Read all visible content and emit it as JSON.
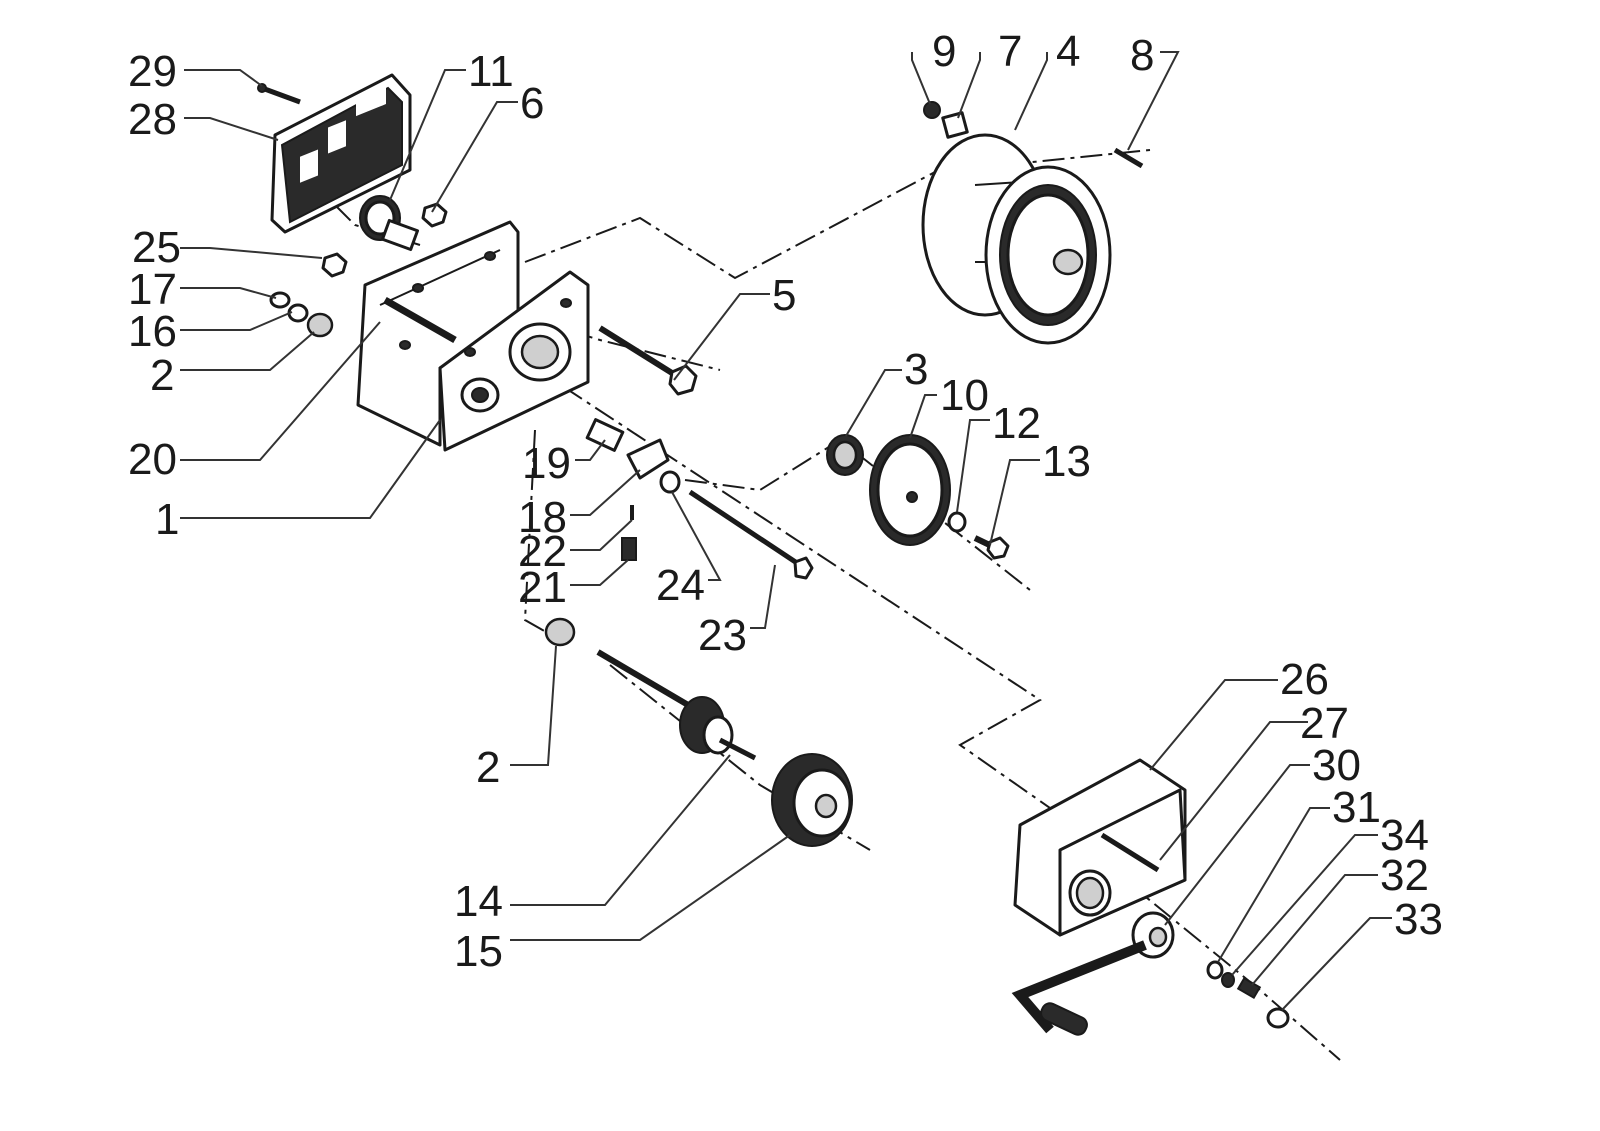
{
  "diagram": {
    "callouts": [
      {
        "id": "29",
        "label": "29"
      },
      {
        "id": "28",
        "label": "28"
      },
      {
        "id": "11",
        "label": "11"
      },
      {
        "id": "6",
        "label": "6"
      },
      {
        "id": "25",
        "label": "25"
      },
      {
        "id": "17",
        "label": "17"
      },
      {
        "id": "16",
        "label": "16"
      },
      {
        "id": "2a",
        "label": "2"
      },
      {
        "id": "20",
        "label": "20"
      },
      {
        "id": "1",
        "label": "1"
      },
      {
        "id": "9",
        "label": "9"
      },
      {
        "id": "7",
        "label": "7"
      },
      {
        "id": "4",
        "label": "4"
      },
      {
        "id": "8",
        "label": "8"
      },
      {
        "id": "5",
        "label": "5"
      },
      {
        "id": "3",
        "label": "3"
      },
      {
        "id": "10",
        "label": "10"
      },
      {
        "id": "12",
        "label": "12"
      },
      {
        "id": "13",
        "label": "13"
      },
      {
        "id": "19",
        "label": "19"
      },
      {
        "id": "18",
        "label": "18"
      },
      {
        "id": "22",
        "label": "22"
      },
      {
        "id": "21",
        "label": "21"
      },
      {
        "id": "24",
        "label": "24"
      },
      {
        "id": "23",
        "label": "23"
      },
      {
        "id": "2b",
        "label": "2"
      },
      {
        "id": "14",
        "label": "14"
      },
      {
        "id": "15",
        "label": "15"
      },
      {
        "id": "26",
        "label": "26"
      },
      {
        "id": "27",
        "label": "27"
      },
      {
        "id": "30",
        "label": "30"
      },
      {
        "id": "31",
        "label": "31"
      },
      {
        "id": "34",
        "label": "34"
      },
      {
        "id": "32",
        "label": "32"
      },
      {
        "id": "33",
        "label": "33"
      }
    ]
  }
}
